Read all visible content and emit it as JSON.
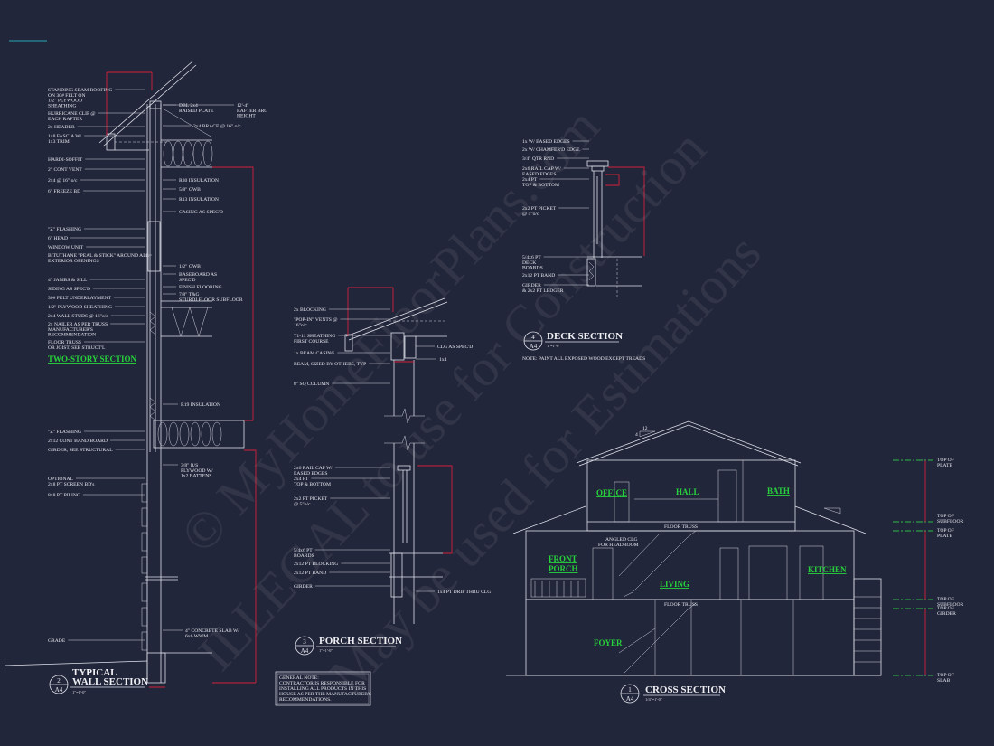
{
  "colors": {
    "background": "#22263a",
    "linework": "#dfe2ea",
    "dimension": "#d0213a",
    "room_label": "#27d23c",
    "level_line": "#2db84a"
  },
  "watermark": [
    "© MyHomeFloorPlans.com",
    "ILLEGAL to use for Construction",
    "May be used for Estimations"
  ],
  "wall_section": {
    "subtitle": "TWO-STORY SECTION",
    "title": [
      "TYPICAL",
      "WALL SECTION"
    ],
    "ref": "2",
    "sheet": "A4",
    "scale": "1\"=1'-0\"",
    "left_labels": [
      [
        "STANDING SEAM ROOFING",
        "ON 30# FELT ON",
        "1/2\" PLYWOOD",
        "SHEATHING"
      ],
      [
        "HURRICANE CLIP @",
        "EACH RAFTER"
      ],
      [
        "2x HEADER"
      ],
      [
        "1x8 FASCIA W/",
        "1x3 TRIM"
      ],
      [
        "HARDI-SOFFIT"
      ],
      [
        "2\" CONT VENT"
      ],
      [
        "2x4 @ 16\" o/c"
      ],
      [
        "6\" FREEZE BD"
      ],
      [
        "\"Z\" FLASHING"
      ],
      [
        "6\" HEAD"
      ],
      [
        "WINDOW UNIT"
      ],
      [
        "BITUTHANE \"PEAL & STICK\" AROUND ALL",
        "EXTERIOR OPENINGS"
      ],
      [
        "4\" JAMBS & SILL"
      ],
      [
        "SIDING AS SPEC'D"
      ],
      [
        "30# FELT UNDERLAYMENT"
      ],
      [
        "1/2\" PLYWOOD SHEATHING"
      ],
      [
        "2x4 WALL STUDS @ 16\"o/c"
      ],
      [
        "2x NAILER AS PER TRUSS",
        "MANUFACTURER'S",
        "RECOMMENDATION"
      ],
      [
        "FLOOR TRUSS",
        "OR JOIST, SEE STRUCT'L"
      ],
      [
        "\"Z\" FLASHING"
      ],
      [
        "2x12 CONT BAND BOARD"
      ],
      [
        "GIRDER, SEE STRUCTURAL"
      ],
      [
        "OPTIONAL",
        "2x8 PT SCREEN BD's"
      ],
      [
        "8x8 PT PILING"
      ],
      [
        "GRADE"
      ]
    ],
    "right_labels": [
      [
        "DBL 2x4",
        "RAISED PLATE"
      ],
      [
        "2x4 BRACE @ 16\" o/c"
      ],
      [
        "12'-4\"",
        "RAFTER BRG",
        "HEIGHT"
      ],
      [
        "R30 INSULATION"
      ],
      [
        "5/8\" GWB"
      ],
      [
        "R13 INSULATION"
      ],
      [
        "CASING AS SPEC'D"
      ],
      [
        "1/2\" GWB"
      ],
      [
        "BASEBOARD AS",
        "SPEC'D"
      ],
      [
        "FINISH FLOORING"
      ],
      [
        "7/8\" T&G",
        "STURDI FLOOR SUBFLOOR"
      ],
      [
        "R19 INSULATION"
      ],
      [
        "3/8\" R/S",
        "PLYWOOD W/",
        "1x2 BATTENS"
      ],
      [
        "4\" CONCRETE SLAB W/",
        "6x6 WWM"
      ]
    ]
  },
  "porch_section": {
    "title": "PORCH SECTION",
    "ref": "3",
    "sheet": "A4",
    "scale": "1\"=1'-0\"",
    "left_labels": [
      [
        "2x BLOCKING"
      ],
      [
        "\"POP-IN\" VENTS @",
        "16\"o/c"
      ],
      [
        "T1-11 SHEATHING",
        "FIRST COURSE"
      ],
      [
        "1x BEAM CASING"
      ],
      [
        "BEAM, SIZED BY OTHERS, TYP"
      ],
      [
        "8\" SQ COLUMN"
      ],
      [
        "2x6 RAIL CAP W/",
        "EASED EDGES"
      ],
      [
        "2x4 PT",
        "TOP & BOTTOM"
      ],
      [
        "2x2 PT PICKET",
        "@ 5\"o/c"
      ],
      [
        "5/4x6 PT",
        "BOARDS"
      ],
      [
        "2x12 PT BLOCKING"
      ],
      [
        "2x12 PT BAND"
      ],
      [
        "GIRDER"
      ]
    ],
    "right_labels": [
      [
        "CLG AS SPEC'D"
      ],
      [
        "1x4"
      ],
      [
        "1x4 PT DRIP THRU CLG"
      ]
    ],
    "general_note": [
      "GENERAL NOTE:",
      "CONTRACTOR IS RESPONSIBLE FOR",
      "INSTALLING ALL PRODUCTS IN THIS",
      "HOUSE AS PER THE MANUFACTURER'S",
      "RECOMMENDATIONS."
    ]
  },
  "deck_section": {
    "title": "DECK SECTION",
    "ref": "4",
    "sheet": "A4",
    "scale": "1\"=1'-0\"",
    "note": "NOTE: PAINT ALL EXPOSED WOOD EXCEPT TREADS",
    "left_labels": [
      [
        "1x W/ EASED EDGES"
      ],
      [
        "2x W/ CHAMFER'D EDGE"
      ],
      [
        "3/4\" QTR RND"
      ],
      [
        "2x6 RAIL CAP W/",
        "EASED EDGES"
      ],
      [
        "2x4 PT",
        "TOP & BOTTOM"
      ],
      [
        "2x2 PT PICKET",
        "@ 5\"o/c"
      ],
      [
        "5/4x6 PT",
        "DECK",
        "BOARDS"
      ],
      [
        "2x12 PT BAND"
      ],
      [
        "GIRDER",
        "& 2x2 PT LEDGER"
      ]
    ]
  },
  "cross_section": {
    "title": "CROSS SECTION",
    "ref": "1",
    "sheet": "A4",
    "scale": "1/4\"=1'-0\"",
    "rooms": [
      "OFFICE",
      "HALL",
      "BATH",
      "FRONT",
      "PORCH",
      "LIVING",
      "KITCHEN",
      "FOYER"
    ],
    "notes": [
      "FLOOR TRUSS",
      "FLOOR TRUSS",
      "ANGLED CLG",
      "FOR HEADROOM"
    ],
    "pitch": [
      "12",
      "4"
    ],
    "levels": [
      [
        "TOP OF",
        "PLATE"
      ],
      [
        "TOP OF",
        "SUBFLOOR"
      ],
      [
        "TOP OF",
        "PLATE"
      ],
      [
        "TOP OF",
        "SUBFLOOR"
      ],
      [
        "TOP OF",
        "GIRDER"
      ],
      [
        "TOP OF",
        "SLAB"
      ]
    ]
  }
}
